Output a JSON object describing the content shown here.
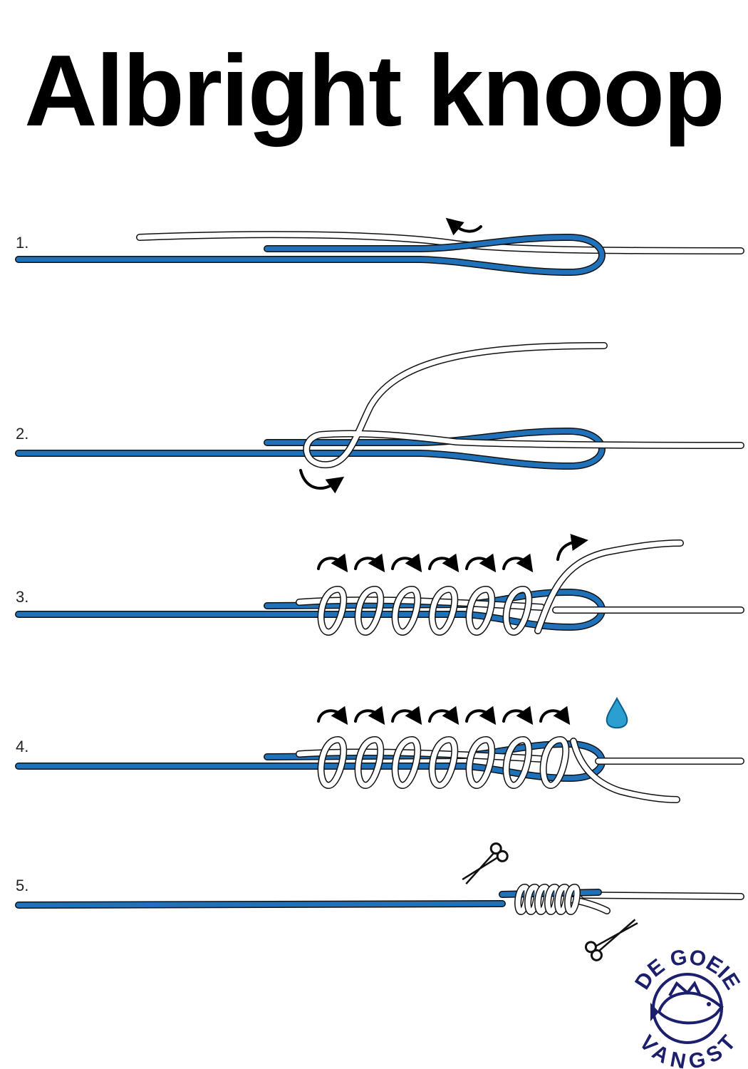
{
  "title": "Albright knoop",
  "steps": [
    {
      "label": "1."
    },
    {
      "label": "2."
    },
    {
      "label": "3."
    },
    {
      "label": "4."
    },
    {
      "label": "5."
    }
  ],
  "colors": {
    "blue_line": "#1f72ba",
    "white_line": "#ffffff",
    "logo": "#1c1f6b",
    "drop": "#2a9fd0"
  },
  "logo": {
    "top_text": "DE GOEIE",
    "bottom_text": "VANGST"
  }
}
